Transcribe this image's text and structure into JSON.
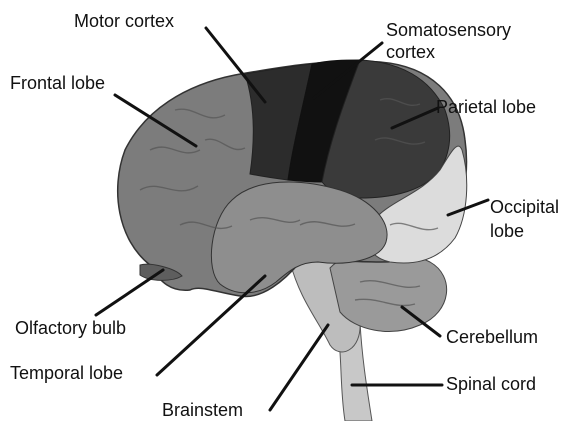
{
  "labels": {
    "motor_cortex": "Motor cortex",
    "somatosensory_line1": "Somatosensory",
    "somatosensory_line2": "cortex",
    "frontal_lobe": "Frontal lobe",
    "parietal_lobe": "Parietal lobe",
    "occipital_line1": "Occipital",
    "occipital_line2": "lobe",
    "olfactory_bulb": "Olfactory bulb",
    "cerebellum": "Cerebellum",
    "temporal_lobe": "Temporal lobe",
    "spinal_cord": "Spinal cord",
    "brainstem": "Brainstem"
  },
  "colors": {
    "frontal": "#7c7c7c",
    "motor": "#2c2c2c",
    "somatosensory": "#111111",
    "parietal": "#3a3a3a",
    "occipital": "#dcdcdc",
    "temporal": "#8e8e8e",
    "cerebellum": "#9a9a9a",
    "brainstem": "#bdbdbd",
    "spinal_cord": "#c8c8c8",
    "leader_line": "#111111"
  }
}
